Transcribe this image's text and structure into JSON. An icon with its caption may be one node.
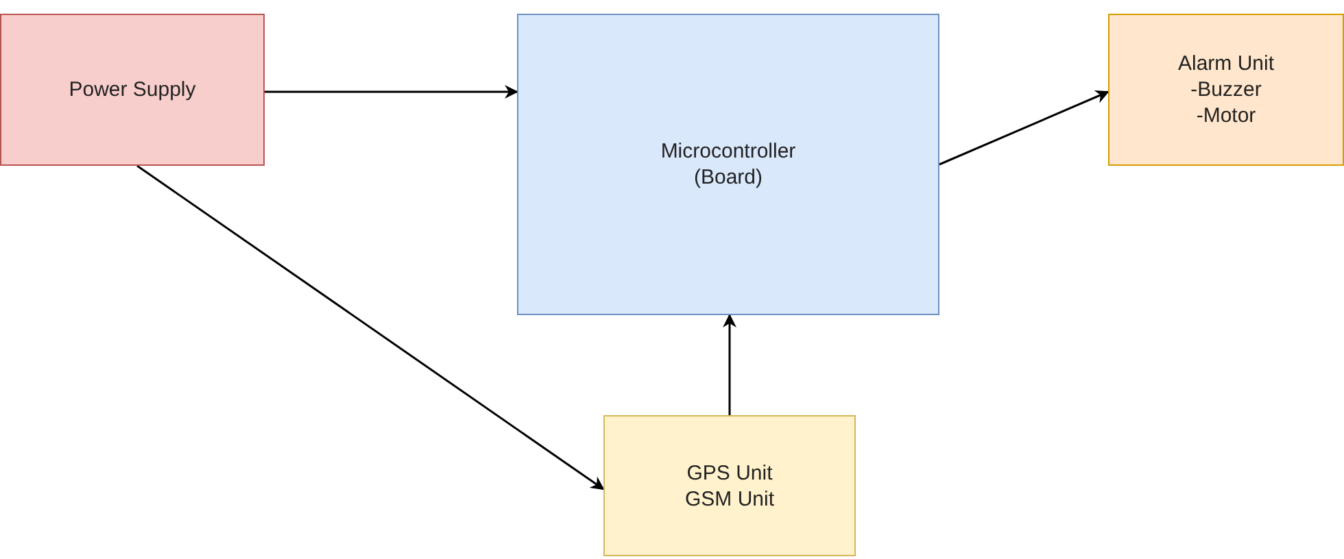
{
  "diagram": {
    "nodes": [
      {
        "text": [
          "Power Supply"
        ]
      },
      {
        "text": [
          "Microcontroller (Board)"
        ]
      },
      {
        "text": [
          "Alarm Unit",
          "-Buzzer",
          "-Motor"
        ]
      },
      {
        "text": [
          "GPS Unit",
          "GSM Unit"
        ]
      }
    ],
    "edges": [
      {
        "from": 0,
        "to": 1,
        "arrow": "to"
      },
      {
        "from": 0,
        "to": 3,
        "arrow": "to"
      },
      {
        "from": 3,
        "to": 1,
        "arrow": "to"
      },
      {
        "from": 1,
        "to": 2,
        "arrow": "to"
      }
    ]
  }
}
